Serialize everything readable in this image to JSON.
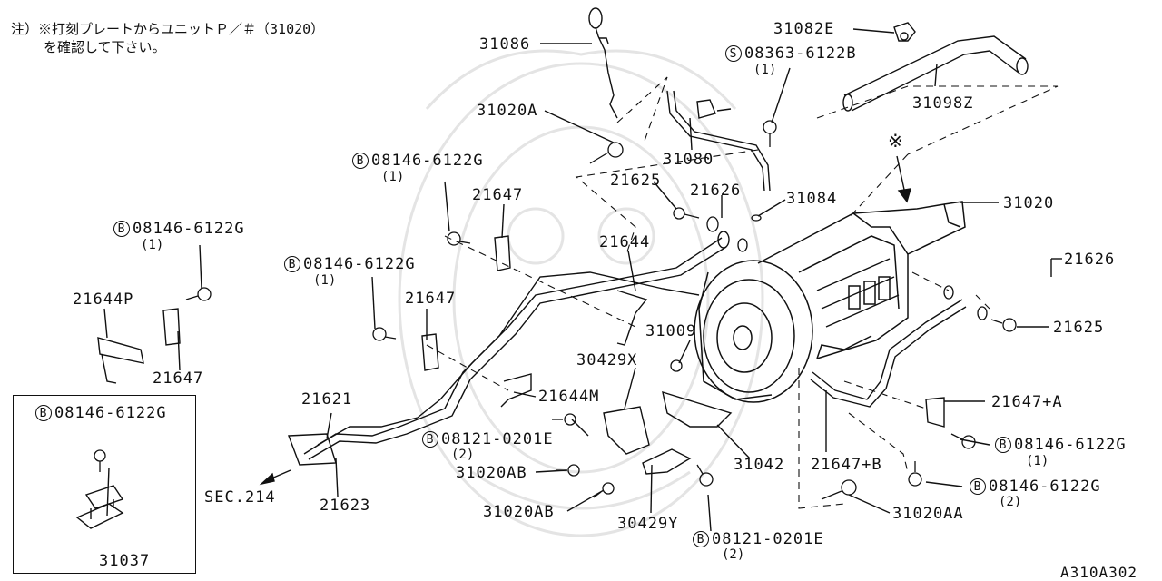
{
  "note": {
    "line1": "注）※打刻プレートからユニットＰ／＃（31020）",
    "line2": "を確認して下さい。"
  },
  "drawing_code": "A310A302",
  "reference_mark": "※",
  "sec_ref": "SEC.214",
  "inset_callouts": {
    "bolt_letter": "B",
    "bolt": "08146-6122G",
    "part": "31037"
  },
  "callouts": {
    "p31086": "31086",
    "p31082E": "31082E",
    "s_letter": "S",
    "s08363": "08363-6122B",
    "s08363_qty": "(1)",
    "p31098Z": "31098Z",
    "p31020A": "31020A",
    "p31080": "31080",
    "b1_letter": "B",
    "b1": "08146-6122G",
    "b1_qty": "(1)",
    "p21647_a": "21647",
    "p21625_a": "21625",
    "p21626_a": "21626",
    "p31084": "31084",
    "p31020": "31020",
    "b2_letter": "B",
    "b2": "08146-6122G",
    "b2_qty": "(1)",
    "p21644": "21644",
    "p21626_b": "21626",
    "p21644P": "21644P",
    "p21647_c": "21647",
    "b3_letter": "B",
    "b3": "08146-6122G",
    "b3_qty": "(1)",
    "p21647_b": "21647",
    "p31009": "31009",
    "p21625_b": "21625",
    "p30429X": "30429X",
    "p21644M": "21644M",
    "p21647A": "21647+A",
    "p21621": "21621",
    "b4_letter": "B",
    "b4": "08121-0201E",
    "b4_qty": "(2)",
    "p31020AB_a": "31020AB",
    "p31042": "31042",
    "p21647B": "21647+B",
    "b5_letter": "B",
    "b5": "08146-6122G",
    "b5_qty": "(1)",
    "p21623": "21623",
    "b6_letter": "B",
    "b6": "08146-6122G",
    "b6_qty": "(2)",
    "p31020AB_b": "31020AB",
    "p30429Y": "30429Y",
    "p31020AA": "31020AA",
    "b7_letter": "B",
    "b7": "08121-0201E",
    "b7_qty": "(2)"
  }
}
